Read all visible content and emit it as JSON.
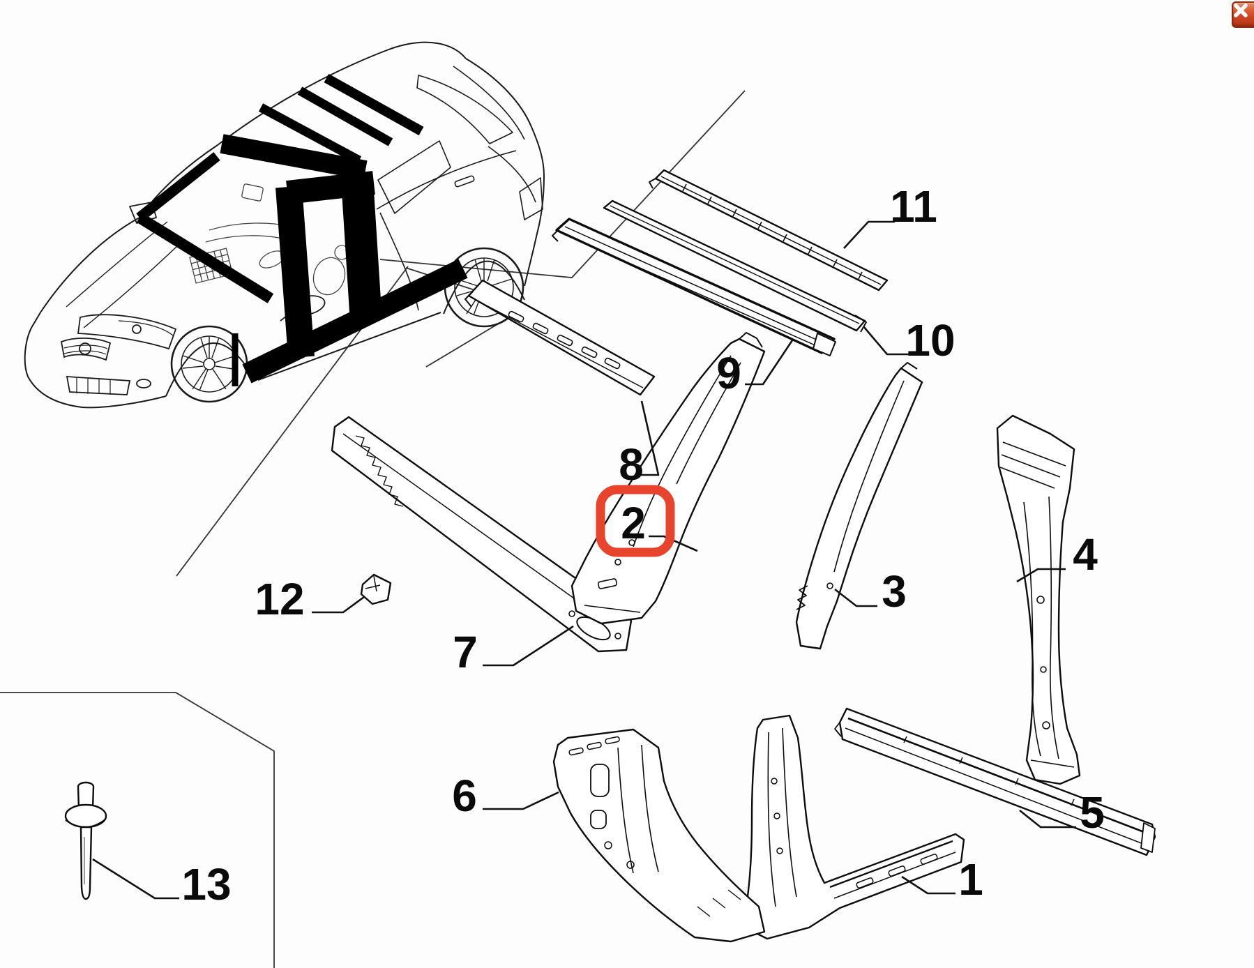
{
  "window": {
    "close_icon": "✕"
  },
  "colors": {
    "background": "#fdfdfe",
    "line_art": "#111111",
    "highlight_box": "#e8432c",
    "close_button_bg": "#cc4423",
    "close_button_border": "#8e2912"
  },
  "diagram": {
    "highlighted_callout": "2",
    "callouts": [
      {
        "id": "1",
        "label": "1"
      },
      {
        "id": "2",
        "label": "2"
      },
      {
        "id": "3",
        "label": "3"
      },
      {
        "id": "4",
        "label": "4"
      },
      {
        "id": "5",
        "label": "5"
      },
      {
        "id": "6",
        "label": "6"
      },
      {
        "id": "7",
        "label": "7"
      },
      {
        "id": "8",
        "label": "8"
      },
      {
        "id": "9",
        "label": "9"
      },
      {
        "id": "10",
        "label": "10"
      },
      {
        "id": "11",
        "label": "11"
      },
      {
        "id": "12",
        "label": "12"
      },
      {
        "id": "13",
        "label": "13"
      }
    ]
  }
}
